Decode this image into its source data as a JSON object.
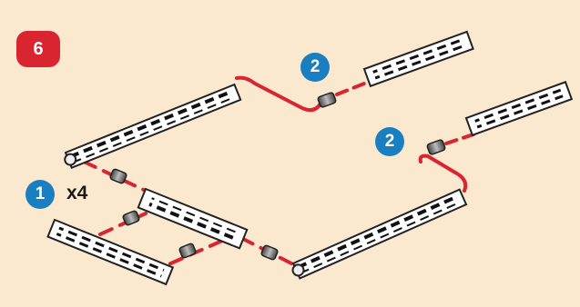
{
  "step": {
    "number": "6"
  },
  "callouts": {
    "top_right": "2",
    "middle_right": "2",
    "left": "1",
    "left_multiplier": "x4"
  },
  "colors": {
    "background": "#fbe9cf",
    "step_badge": "#d9252f",
    "quantity_badge": "#1a7fc1",
    "assembly_line": "#d9252f",
    "beam_fill": "#ffffff",
    "beam_outline": "#222222"
  },
  "parts": [
    {
      "name": "long-beam-left",
      "kind": "beam"
    },
    {
      "name": "short-beam-top-right",
      "kind": "beam"
    },
    {
      "name": "short-beam-mid-right",
      "kind": "beam"
    },
    {
      "name": "cross-beam-center",
      "kind": "beam"
    },
    {
      "name": "short-beam-bottom-left",
      "kind": "beam"
    },
    {
      "name": "long-beam-bottom-right",
      "kind": "beam"
    },
    {
      "name": "axle-connector",
      "kind": "connector"
    }
  ]
}
